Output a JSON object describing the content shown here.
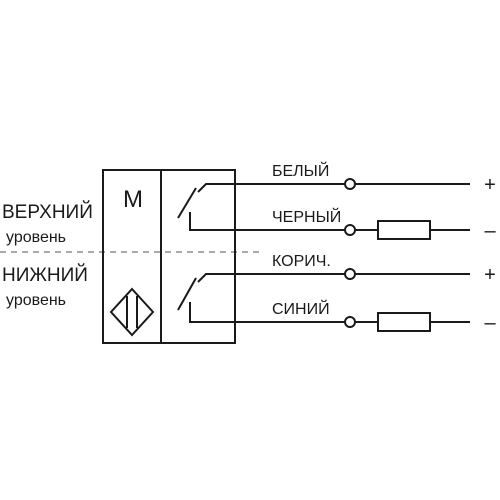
{
  "sensor": {
    "module_letter": "М"
  },
  "levels": {
    "upper_line1": "ВЕРХНИЙ",
    "upper_line2": "уровень",
    "lower_line1": "НИЖНИЙ",
    "lower_line2": "уровень"
  },
  "wires": [
    {
      "label": "БЕЛЫЙ",
      "polarity": "+",
      "has_load": false
    },
    {
      "label": "ЧЕРНЫЙ",
      "polarity": "–",
      "has_load": true
    },
    {
      "label": "КОРИЧ.",
      "polarity": "+",
      "has_load": false
    },
    {
      "label": "СИНИЙ",
      "polarity": "–",
      "has_load": true
    }
  ],
  "colors": {
    "stroke": "#1a1a1a",
    "dashed": "#555555",
    "background": "#ffffff"
  }
}
